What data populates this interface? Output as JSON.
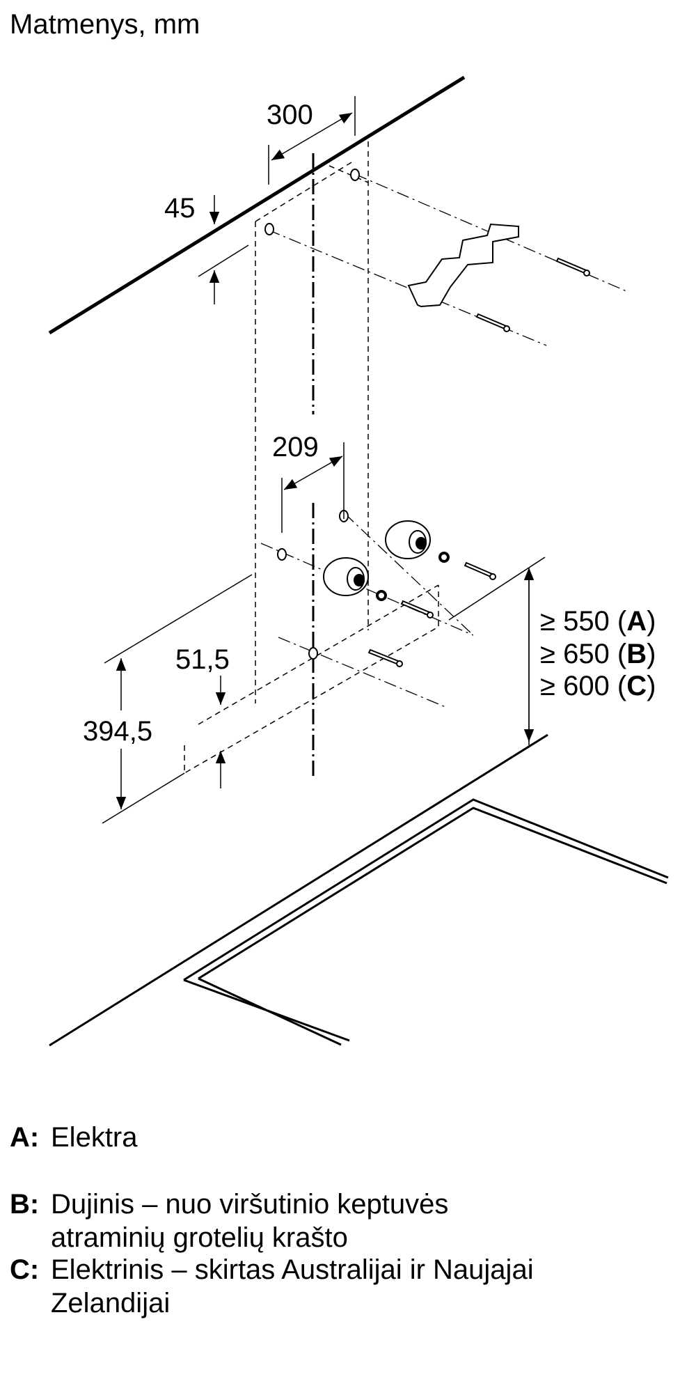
{
  "title": "Matmenys, mm",
  "dimensions": {
    "d300": "300",
    "d45": "45",
    "d209": "209",
    "d51_5": "51,5",
    "d394_5": "394,5",
    "clearances": [
      {
        "prefix": "≥ 550 (",
        "key": "A",
        "suffix": ")"
      },
      {
        "prefix": "≥ 650 (",
        "key": "B",
        "suffix": ")"
      },
      {
        "prefix": "≥ 600 (",
        "key": "C",
        "suffix": ")"
      }
    ]
  },
  "legend": [
    {
      "key": "A:",
      "text": "Elektra"
    },
    {
      "key": "B:",
      "text": "Dujinis – nuo viršutinio keptuvės atraminių grotelių krašto"
    },
    {
      "key": "C:",
      "text": "Elektrinis – skirtas Australijai ir Naujajai Zelandijai"
    }
  ]
}
